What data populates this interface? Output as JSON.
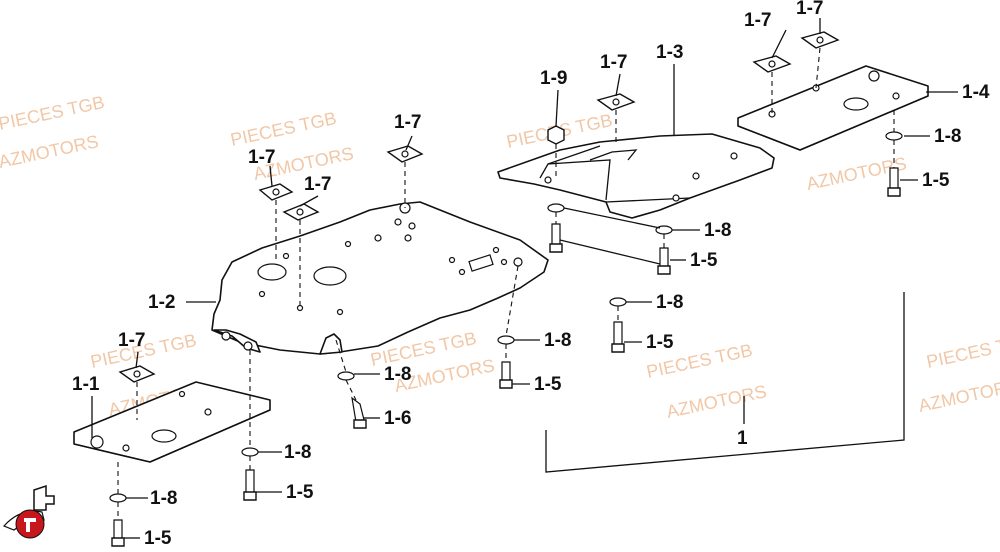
{
  "watermarks": {
    "pieces": "PIECES TGB",
    "az": "AZMOTORS"
  },
  "labels": {
    "p1": "1",
    "p1_1": "1-1",
    "p1_2": "1-2",
    "p1_3": "1-3",
    "p1_4": "1-4",
    "p1_5": "1-5",
    "p1_6": "1-6",
    "p1_7": "1-7",
    "p1_8": "1-8",
    "p1_9": "1-9"
  },
  "colors": {
    "line": "#111111",
    "watermark": "#f2c7a6",
    "logo_red": "#c8161d"
  }
}
